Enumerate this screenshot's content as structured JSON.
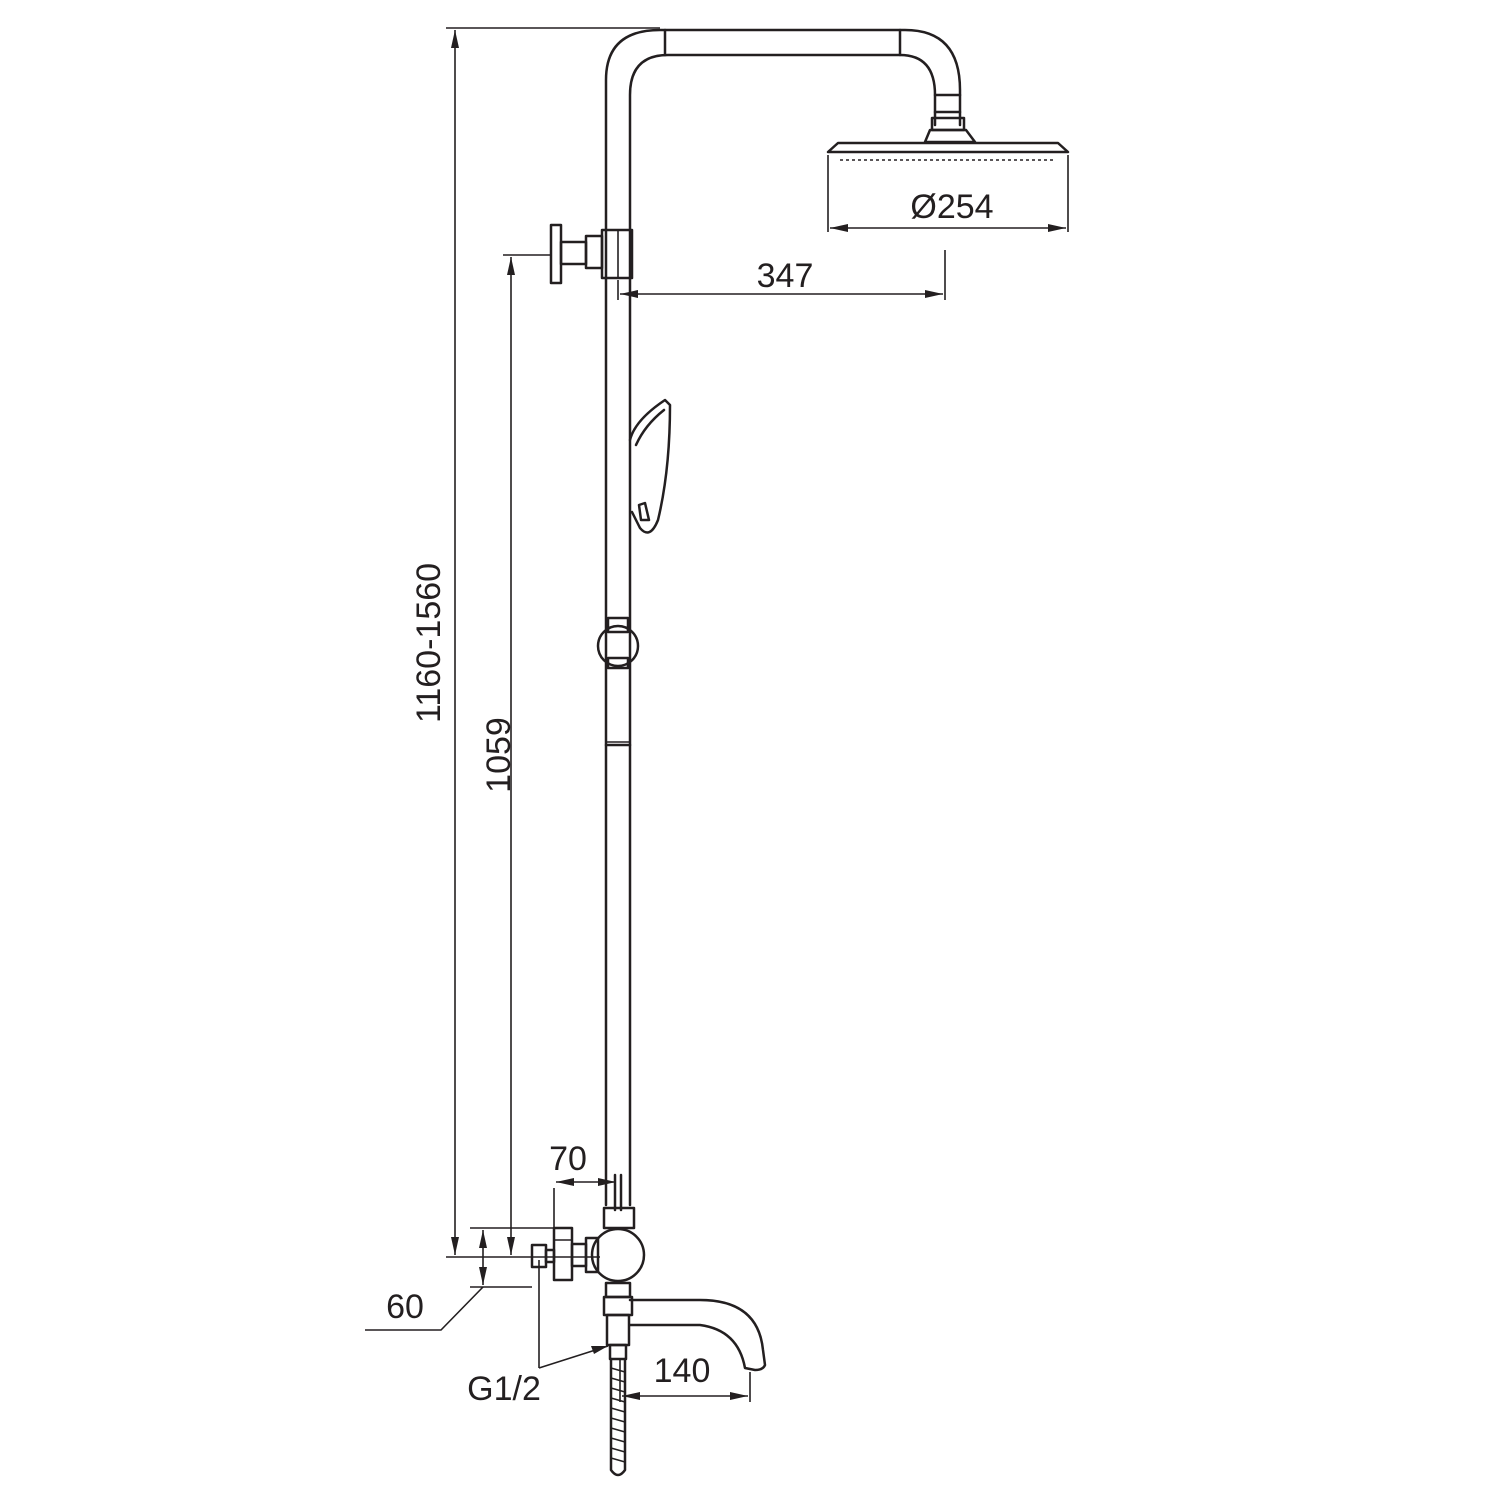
{
  "dimensions": {
    "total_height": "1160-1560",
    "slider_height": "1059",
    "head_diameter": "Ø254",
    "arm_reach": "347",
    "mixer_offset": "70",
    "inlet_height": "60",
    "inlet_thread": "G1/2",
    "spout_reach": "140"
  },
  "colors": {
    "line": "#231f20",
    "background": "#ffffff"
  }
}
